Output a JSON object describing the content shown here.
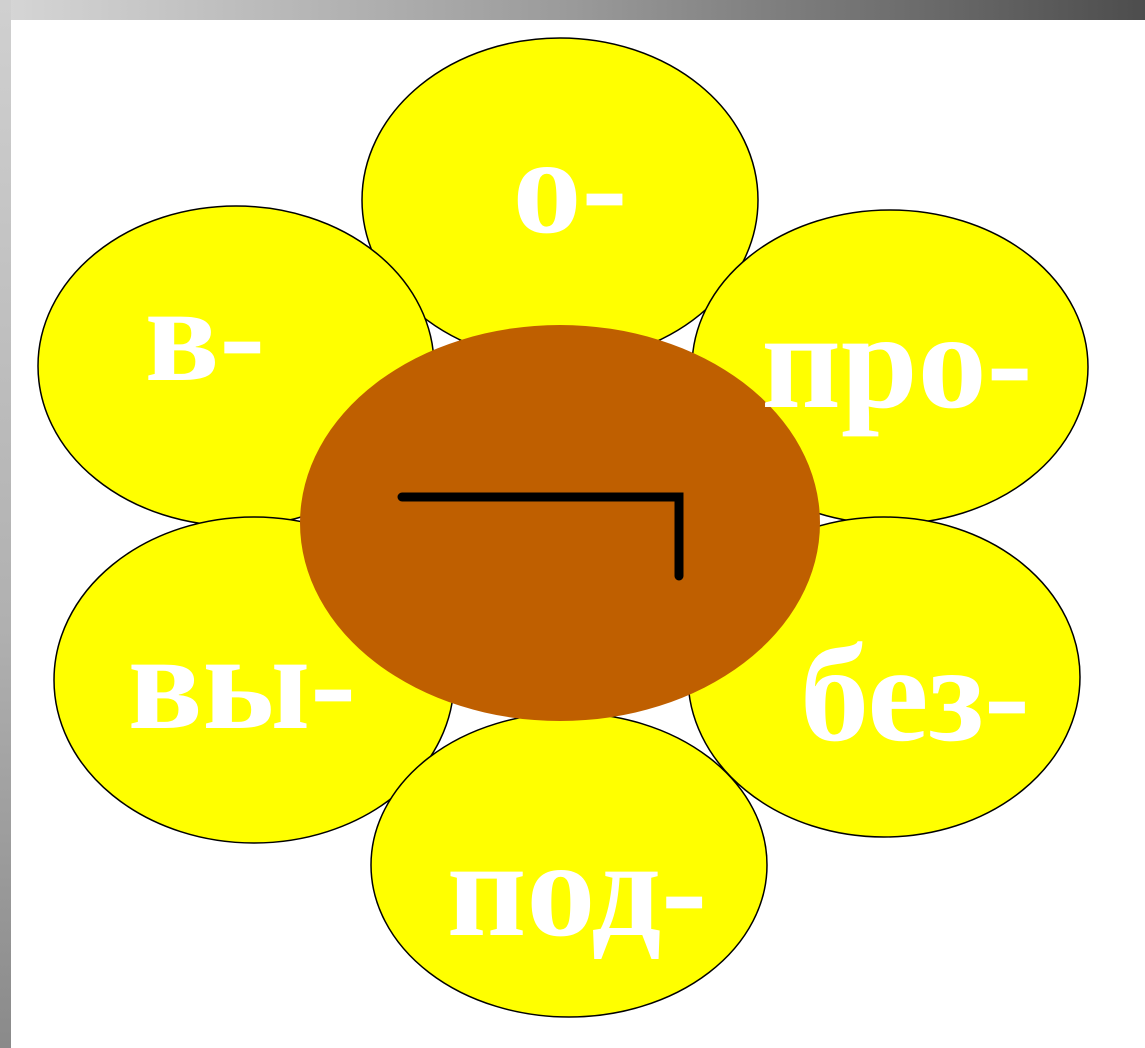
{
  "colors": {
    "petal_fill": "#ffff00",
    "petal_stroke": "#000000",
    "center_fill": "#bf5f00",
    "label_color": "#ffffff",
    "frame_gray": "#808080",
    "background": "#ffffff"
  },
  "petals": [
    {
      "id": "top",
      "label": "о-"
    },
    {
      "id": "top-right",
      "label": "про-"
    },
    {
      "id": "bottom-right",
      "label": "без-"
    },
    {
      "id": "bottom",
      "label": "под-"
    },
    {
      "id": "bottom-left",
      "label": "вы-"
    },
    {
      "id": "top-left",
      "label": "в-"
    }
  ],
  "center": {
    "icon": "root-morpheme-symbol"
  }
}
